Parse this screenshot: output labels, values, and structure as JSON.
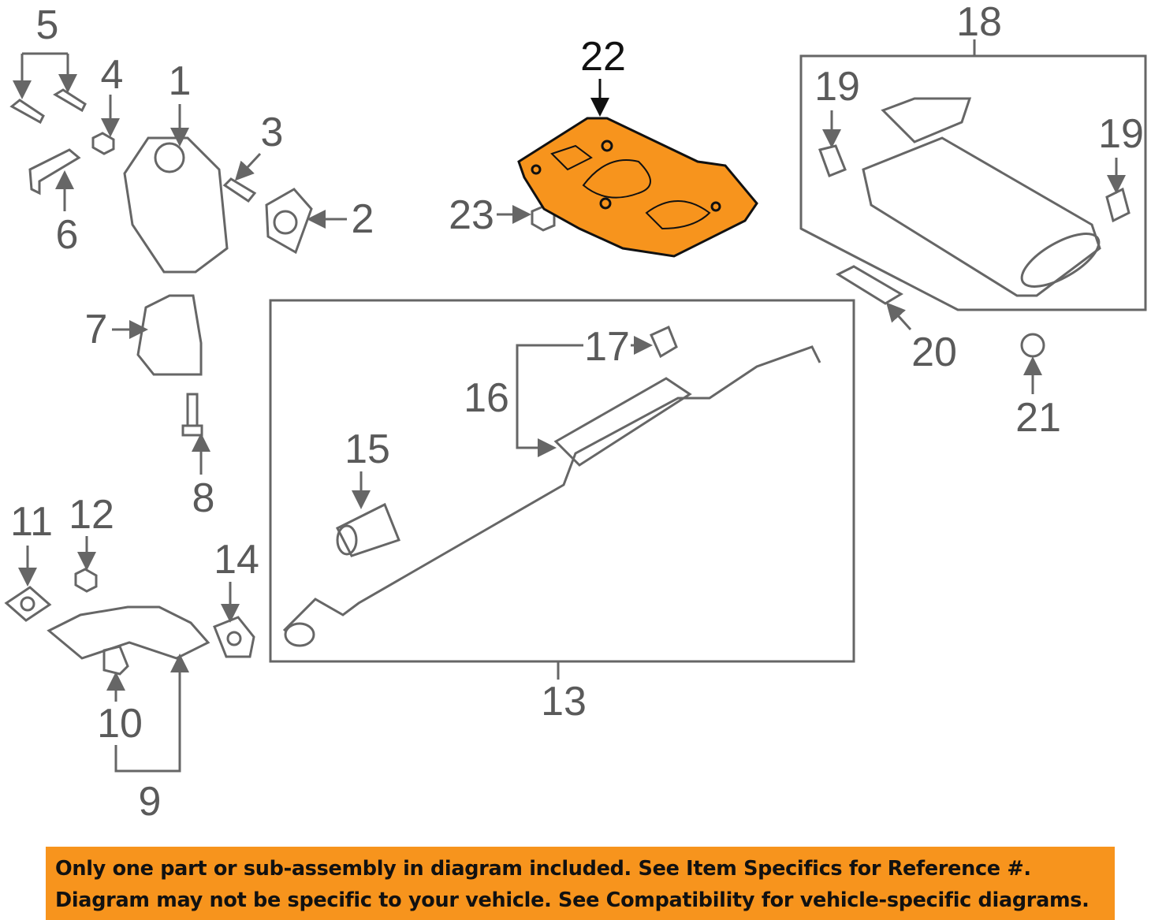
{
  "callouts": {
    "c1": "1",
    "c2": "2",
    "c3": "3",
    "c4": "4",
    "c5": "5",
    "c6": "6",
    "c7": "7",
    "c8": "8",
    "c9": "9",
    "c10": "10",
    "c11": "11",
    "c12": "12",
    "c13": "13",
    "c14": "14",
    "c15": "15",
    "c16": "16",
    "c17": "17",
    "c18": "18",
    "c19a": "19",
    "c19b": "19",
    "c20": "20",
    "c21": "21",
    "c22": "22",
    "c23": "23"
  },
  "highlight_color": "#f7941d",
  "banner": {
    "line1": "Only one part or sub-assembly in diagram included. See Item Specifics for Reference #.",
    "line2": "Diagram may not be specific to your vehicle. See Compatibility for vehicle-specific diagrams."
  }
}
